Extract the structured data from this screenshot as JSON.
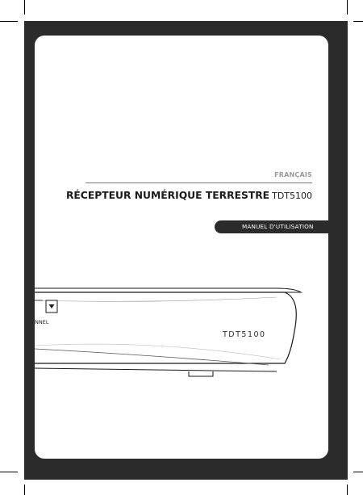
{
  "cover": {
    "language": "FRANÇAIS",
    "title": "RÉCEPTEUR NUMÉRIQUE TERRESTRE",
    "model": "TDT5100",
    "manual_label": "MANUEL D'UTILISATION"
  },
  "device": {
    "button_label": "NNEL",
    "model_label": "TDT5100"
  }
}
